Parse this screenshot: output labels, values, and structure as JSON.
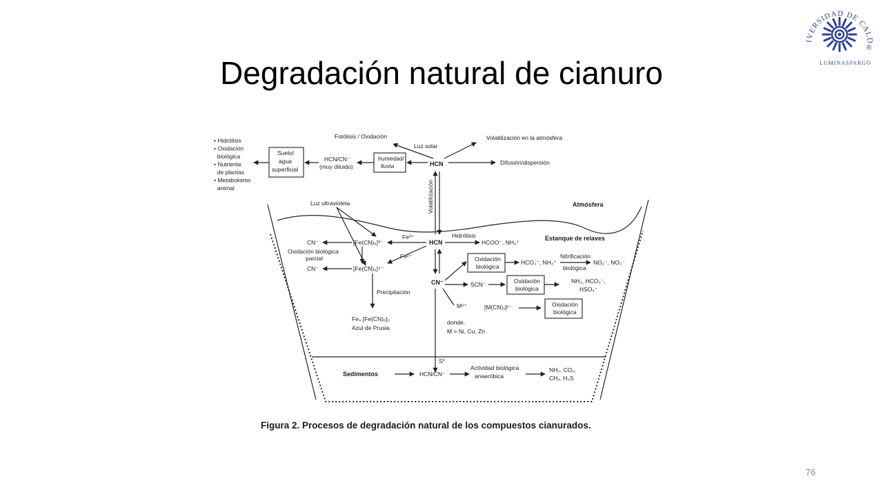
{
  "title": "Degradación natural de cianuro",
  "page_number": "76",
  "logo": {
    "text_top": "UNIVERSIDAD DE CALDAS",
    "motto_left": "LUMINA",
    "motto_right": "SPARGO",
    "registered": "®",
    "color": "#2d3f8f"
  },
  "diagram": {
    "caption": "Figura 2. Procesos de degradación natural de los compuestos cianurados.",
    "top": {
      "photolysis": "Fotólisis / Oxidación",
      "sunlight": "Luz solar",
      "volatilization_atm": "Volatilización en la atmósfera",
      "diffusion": "Difusión/dispersión",
      "hcn": "HCN",
      "humidity_1": "humedad/",
      "humidity_2": "lluvia",
      "hcn_cn_1": "HCN/CN⁻",
      "hcn_cn_2": "(muy diluido)",
      "soil_1": "Suelo/",
      "soil_2": "agua",
      "soil_3": "superficial",
      "processes": [
        "• Hidrólisis",
        "• Oxidación",
        "  biológica",
        "• Nutriente",
        "  de plantas",
        "• Metabolismo",
        "  animal"
      ],
      "volatilization": "Volatilización"
    },
    "atmosphere": "Atmósfera",
    "pond": {
      "uv_light": "Luz ultravioleta",
      "pond_label": "Estanque de relaves",
      "fe3": "Fe³⁺",
      "fe2": "Fe²⁺",
      "hcn": "HCN",
      "hydrolysis": "Hidrólisis",
      "formate": "HCOO⁻, NH₄⁺",
      "fe_cn6_3": "[Fe(CN)₆]³⁻",
      "fe_cn6_4": "[Fe(CN)₆]⁴⁻",
      "cn_top": "CN⁻",
      "cn_bottom": "CN⁻",
      "partial_ox_1": "Oxidación biológica",
      "partial_ox_2": "parcial",
      "cn_center": "CN⁻",
      "bio_ox_1a": "Oxidación",
      "bio_ox_1b": "biológica",
      "hco3_nh4": "HCO₃⁻, NH₄⁺",
      "nitrification_1": "Nitrificación",
      "nitrification_2": "biológica",
      "no2_no3": "NO₂⁻, NO₃⁻",
      "scn": "SCN⁻",
      "bio_ox_2a": "Oxidación",
      "bio_ox_2b": "biológica",
      "nh3_hco3": "NH₃, HCO₃⁻,",
      "hso4": "HSO₄⁻",
      "metal": "Mⁿ⁺",
      "metal_cn": "[M(CN)ₓ]ʸ⁻",
      "bio_ox_3a": "Oxidación",
      "bio_ox_3b": "biológica",
      "where": "donde,",
      "metals": "M = Ni, Cu, Zn",
      "precipitation": "Precipitación",
      "prussian_1": "Fe₄ [Fe(CN)₆]₃",
      "prussian_2": "Azul de Prusia",
      "s0": "S⁰"
    },
    "sediments": {
      "label": "Sedimentos",
      "hcn_cn": "HCN/CN⁻",
      "anaerobic_1": "Actividad biológica",
      "anaerobic_2": "anaeróbica",
      "products_1": "NH₃, CO₂,",
      "products_2": "CH₄, H₂S"
    }
  }
}
